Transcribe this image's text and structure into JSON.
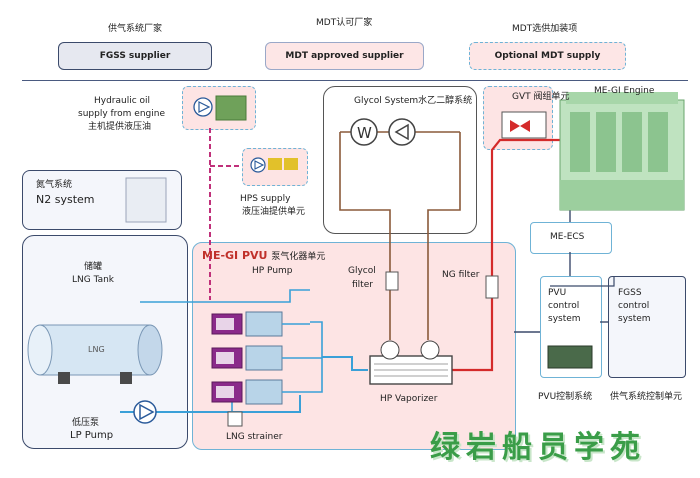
{
  "legend": {
    "fgss": {
      "caption": "供气系统厂家",
      "label": "FGSS supplier",
      "color": "#e6e8f0",
      "border": "#3b4a6b"
    },
    "mdt": {
      "caption": "MDT认可厂家",
      "label": "MDT approved supplier",
      "color": "#fde6e6",
      "border": "#9aa8c8"
    },
    "optional": {
      "caption": "MDT选供加装项",
      "label": "Optional MDT supply",
      "color": "#fde6e6",
      "border": "#6fb3d6"
    }
  },
  "components": {
    "hydraulic_oil": {
      "line1": "Hydraulic oil",
      "line2": "supply from engine",
      "line3": "主机提供液压油"
    },
    "hps": {
      "line1": "HPS supply",
      "line2": "液压油提供单元"
    },
    "n2": {
      "line1": "氮气系统",
      "line2": "N2 system"
    },
    "lng_tank": {
      "line1": "储罐",
      "line2": "LNG Tank",
      "mark": "LNG"
    },
    "lp_pump": {
      "line1": "低压泵",
      "line2": "LP Pump"
    },
    "glycol": {
      "label": "Glycol System水乙二醇系统",
      "icon1": "W"
    },
    "gvt": {
      "label": "GVT 阀组单元"
    },
    "engine": {
      "label": "ME-GI Engine"
    },
    "pvu": {
      "title": "ME-GI PVU",
      "title_cn": "泵气化器单元"
    },
    "hp_pump": {
      "label": "HP Pump"
    },
    "glycol_filter": {
      "line1": "Glycol",
      "line2": "filter"
    },
    "ng_filter": {
      "label": "NG filter"
    },
    "hp_vaporizer": {
      "label": "HP Vaporizer"
    },
    "lng_strainer": {
      "label": "LNG strainer"
    },
    "me_ecs": {
      "label": "ME-ECS"
    },
    "pvu_control": {
      "line1": "PVU",
      "line2": "control",
      "line3": "system",
      "caption": "PVU控制系统"
    },
    "fgss_control": {
      "line1": "FGSS",
      "line2": "control",
      "line3": "system",
      "caption": "供气系统控制单元"
    }
  },
  "watermark": "绿岩船员学苑",
  "colors": {
    "pipe_lng": "#3aa0d8",
    "pipe_ng": "#d42a2a",
    "pipe_glycol": "#8a5a3a",
    "pipe_hyd": "#c0307a",
    "pvu_fill": "#fde4e4",
    "pvu_border": "#6fb3d6",
    "control_border": "#6fb3d6"
  }
}
